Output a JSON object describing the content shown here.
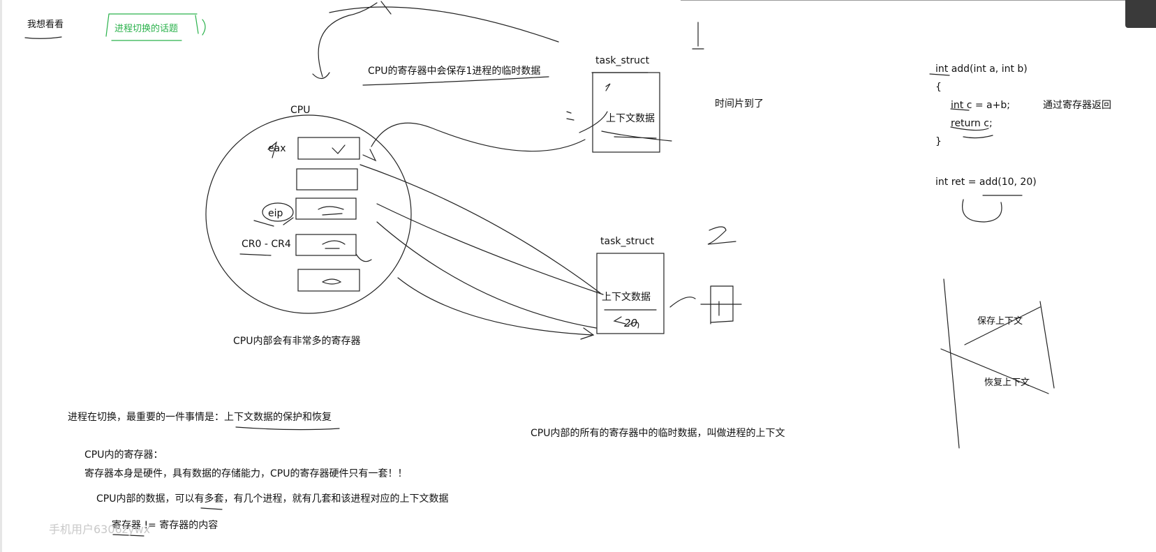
{
  "header": {
    "left_note": "我想看看",
    "topic_tag": "进程切换的话题"
  },
  "diagram": {
    "cpu_register_note": "CPU的寄存器中会保存1进程的临时数据",
    "cpu_label": "CPU",
    "registers": {
      "eax": "eax",
      "eip": "eip",
      "cr": "CR0 - CR4"
    },
    "cpu_caption": "CPU内部会有非常多的寄存器",
    "task1": {
      "title": "task_struct",
      "context_label": "上下文数据"
    },
    "task2": {
      "title": "task_struct",
      "context_label": "上下文数据",
      "handwritten_value": "20"
    },
    "time_slice_note": "时间片到了",
    "handwritten_num_1": "1",
    "handwritten_num_2": "2",
    "context_definition": "CPU内部的所有的寄存器中的临时数据，叫做进程的上下文"
  },
  "code": {
    "lines": [
      "int add(int a, int b)",
      "{",
      "int c = a+b;",
      "return c;",
      "}"
    ],
    "return_note": "通过寄存器返回",
    "call_line": "int ret = add(10, 20)"
  },
  "side_box": {
    "save": "保存上下文",
    "restore": "恢复上下文"
  },
  "notes": {
    "important_prefix": "进程在切换，最重要的一件事情是：",
    "important_highlight": "上下文数据的保护和恢复",
    "registers_heading": "CPU内的寄存器：",
    "hardware_line": "寄存器本身是硬件，具有数据的存储能力，CPU的寄存器硬件只有一套！！",
    "data_line": "CPU内部的数据，可以有多套，有几个进程，就有几套和该进程对应的上下文数据",
    "inequality_line": "寄存器 != 寄存器的内容"
  },
  "watermark": "手机用户6306zywx"
}
